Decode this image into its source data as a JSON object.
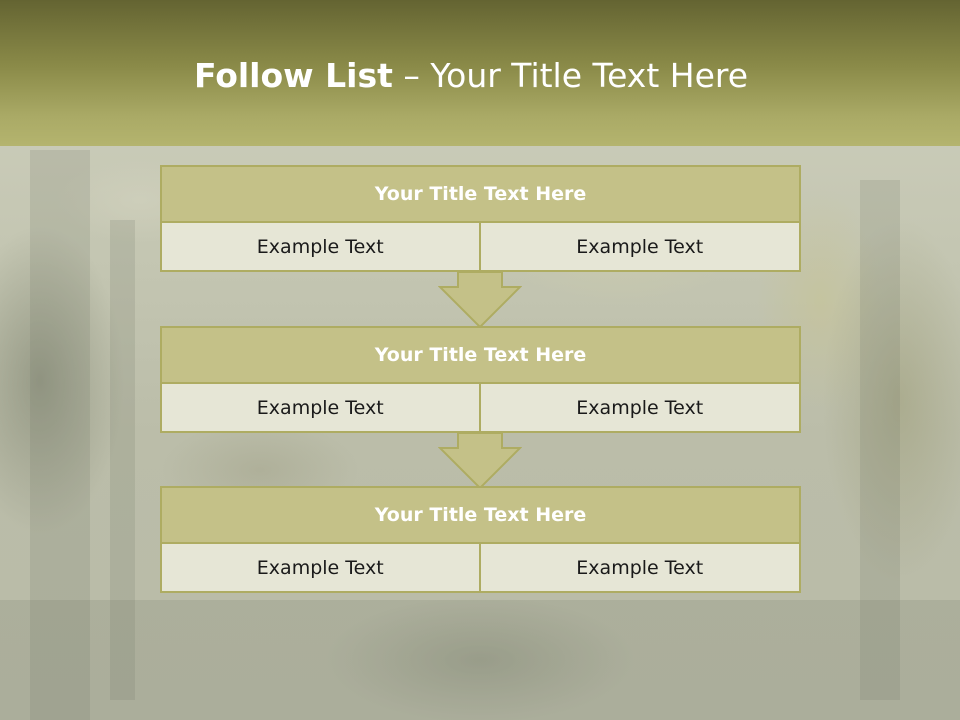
{
  "slide": {
    "title_bold": "Follow List",
    "title_rest": " – Your Title Text Here"
  },
  "steps": [
    {
      "title": "Your Title Text Here",
      "left_text": "Example Text",
      "right_text": "Example Text"
    },
    {
      "title": "Your Title Text Here",
      "left_text": "Example Text",
      "right_text": "Example Text"
    },
    {
      "title": "Your Title Text Here",
      "left_text": "Example Text",
      "right_text": "Example Text"
    }
  ],
  "colors": {
    "header_top": "#646432",
    "header_bottom": "#b4b46e",
    "block_title_fill": "#c4c188",
    "block_border": "#aeac62",
    "cell_fill": "#e6e6d6",
    "arrow_fill": "#c4c188"
  },
  "icons": {
    "connector": "down-arrow-icon"
  }
}
